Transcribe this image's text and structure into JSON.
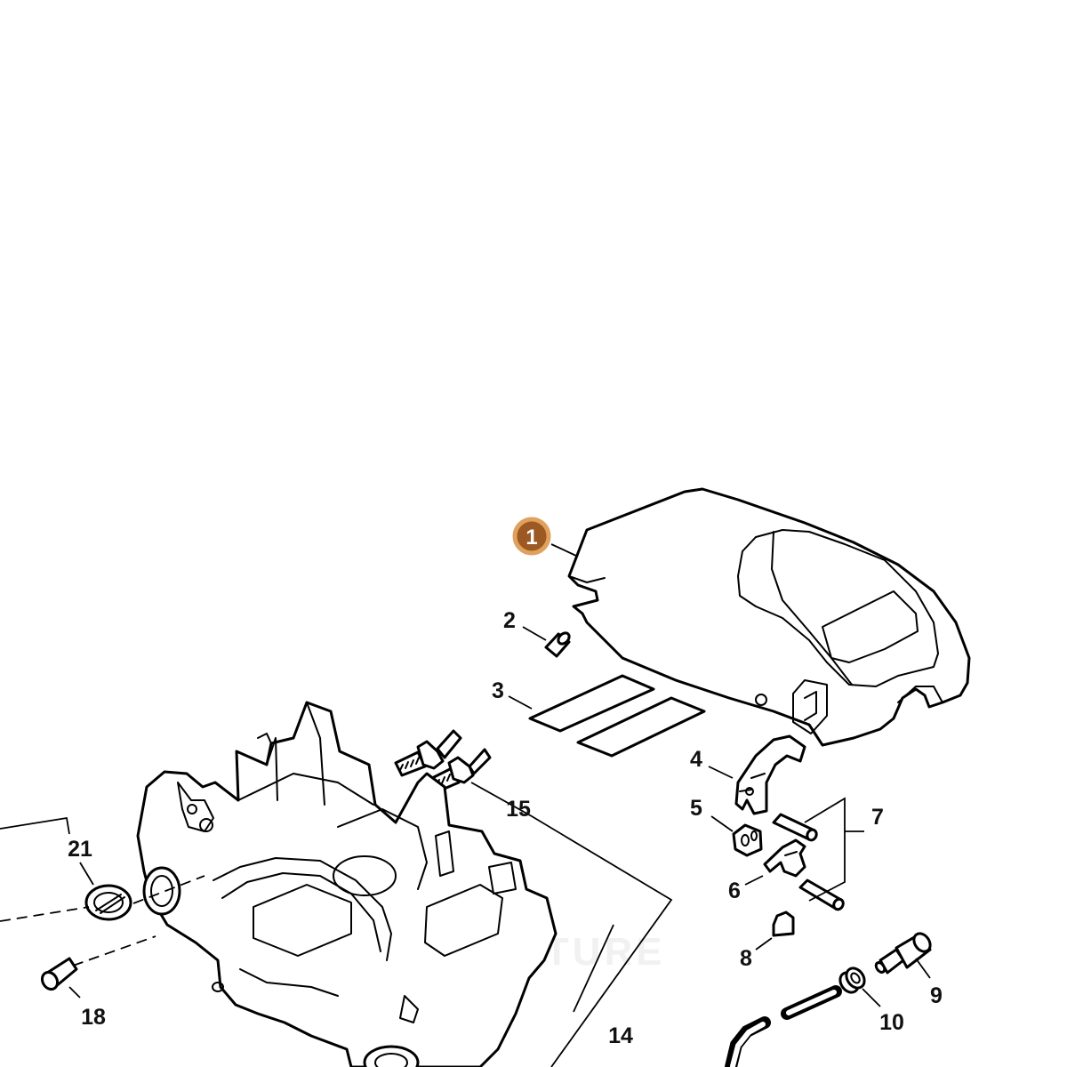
{
  "diagram": {
    "highlight_color": "#9c5a22",
    "highlight_ring_color": "#e0a15f",
    "highlighted_part": "1",
    "callouts": {
      "c1": "1",
      "c2": "2",
      "c3": "3",
      "c4": "4",
      "c5": "5",
      "c6": "6",
      "c7": "7",
      "c8": "8",
      "c9": "9",
      "c10": "10",
      "c14": "14",
      "c15": "15",
      "c18": "18",
      "c21": "21"
    }
  }
}
